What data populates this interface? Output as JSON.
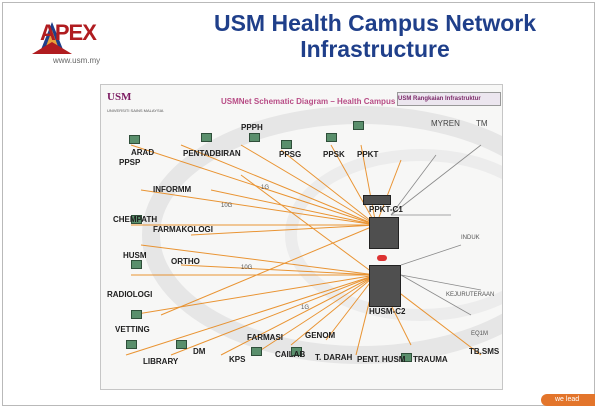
{
  "slide": {
    "title_line1": "USM Health Campus Network",
    "title_line2": "Infrastructure",
    "logo_text": "APEX",
    "logo_url": "www.usm.my",
    "footer_text": "we lead"
  },
  "diagram": {
    "title": "USMNet Schematic Diagram – Health Campus",
    "usm_logo": "USM",
    "usm_sub": "UNIVERSITI SAINS MALAYSIA",
    "top_right_label": "USM Rangkaian Infrastruktur",
    "core_labels": [
      "PPKT-C1",
      "HUSM-C2"
    ],
    "wan": [
      "MYREN",
      "TM"
    ],
    "side_labels": [
      "INDUK",
      "KEJURUTERAAN",
      "EQ1M"
    ],
    "nodes": [
      "ARAD",
      "PPSP",
      "PENTADBIRAN",
      "PPPH",
      "PPSG",
      "PPSK",
      "PPKT",
      "INFORMM",
      "CHEMPATH",
      "FARMAKOLOGI",
      "HUSM",
      "ORTHO",
      "RADIOLOGI",
      "VETTING",
      "LIBRARY",
      "DM",
      "KPS",
      "FARMASI",
      "CAILAB",
      "GENOM",
      "T. DARAH",
      "PENT. HUSM",
      "TRAUMA",
      "TB.SMS"
    ],
    "link_labels": [
      "10G",
      "1G"
    ]
  },
  "colors": {
    "title": "#1f3f8a",
    "accent_orange": "#e88a1f",
    "logo_red": "#b01c20",
    "diagram_title": "#b84d86"
  }
}
